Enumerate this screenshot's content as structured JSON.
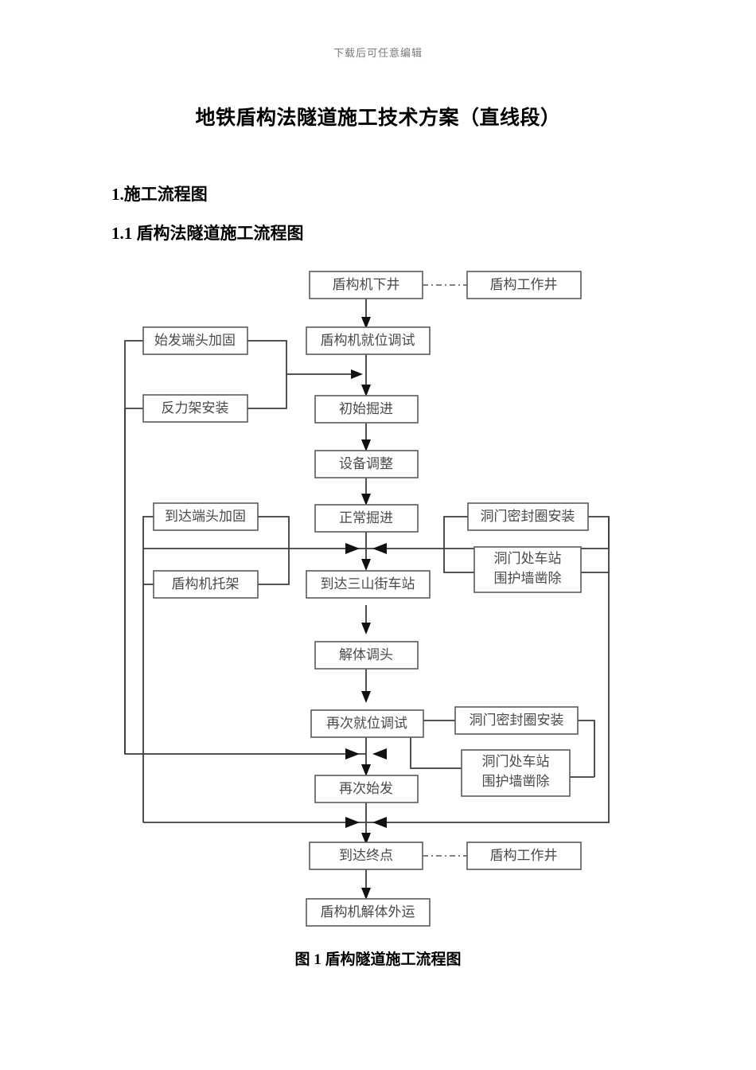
{
  "header": {
    "note": "下载后可任意编辑"
  },
  "document": {
    "title": "地铁盾构法隧道施工技术方案（直线段）",
    "heading_1": "1.施工流程图",
    "heading_1_1": "1.1 盾构法隧道施工流程图",
    "figure_caption": "图 1 盾构隧道施工流程图"
  },
  "flowchart": {
    "nodes": {
      "shield_lowering": "盾构机下井",
      "work_shaft_top": "盾构工作井",
      "positioning_commissioning": "盾构机就位调试",
      "launch_end_reinforce": "始发端头加固",
      "reaction_frame_install": "反力架安装",
      "initial_excavation": "初始掘进",
      "equipment_adjust": "设备调整",
      "normal_excavation": "正常掘进",
      "arrival_end_reinforce": "到达端头加固",
      "shield_cradle": "盾构机托架",
      "arrive_sanshanjie": "到达三山街车站",
      "portal_seal_install_upper": "洞门密封圈安装",
      "portal_wall_chisel_upper": "洞门处车站\n围护墙凿除",
      "portal_wall_chisel_upper_l1": "洞门处车站",
      "portal_wall_chisel_upper_l2": "围护墙凿除",
      "dismantle_turn": "解体调头",
      "repositioning_commissioning": "再次就位调试",
      "portal_seal_install_lower": "洞门密封圈安装",
      "portal_wall_chisel_lower_l1": "洞门处车站",
      "portal_wall_chisel_lower_l2": "围护墙凿除",
      "relaunch": "再次始发",
      "arrive_terminus": "到达终点",
      "work_shaft_bottom": "盾构工作井",
      "shield_dismantle_transport": "盾构机解体外运"
    },
    "colors": {
      "box_border": "#5a5a5a",
      "box_fill": "#ffffff",
      "text": "#4a4a4a",
      "edge": "#3d3d3d",
      "dashed_edge": "#6e6e6e"
    }
  }
}
